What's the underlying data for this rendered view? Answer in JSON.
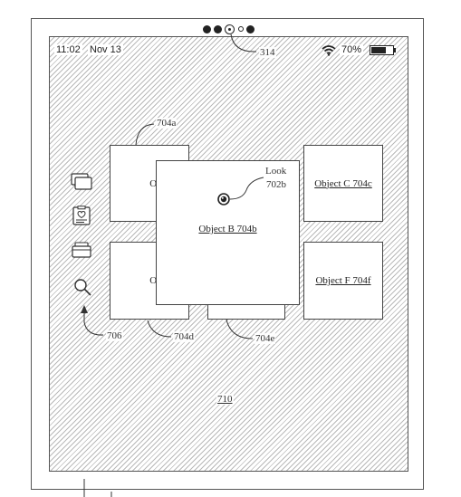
{
  "status_bar": {
    "time": "11:02",
    "date": "Nov 13",
    "battery": "70%"
  },
  "reference_numerals": {
    "camera": "314",
    "object_a": "704a",
    "look": "Look",
    "look_ref": "702b",
    "sidebar": "706",
    "object_d": "704d",
    "object_e": "704e",
    "background": "710"
  },
  "objects": {
    "a": "Obje",
    "b": "Object B 704b",
    "c": "Object C 704c",
    "d": "Obje",
    "f": "Object F 704f"
  },
  "sidebar_icons": [
    "windows-icon",
    "clipboard-icon",
    "inbox-icon",
    "search-icon"
  ],
  "battery_level": 0.7
}
